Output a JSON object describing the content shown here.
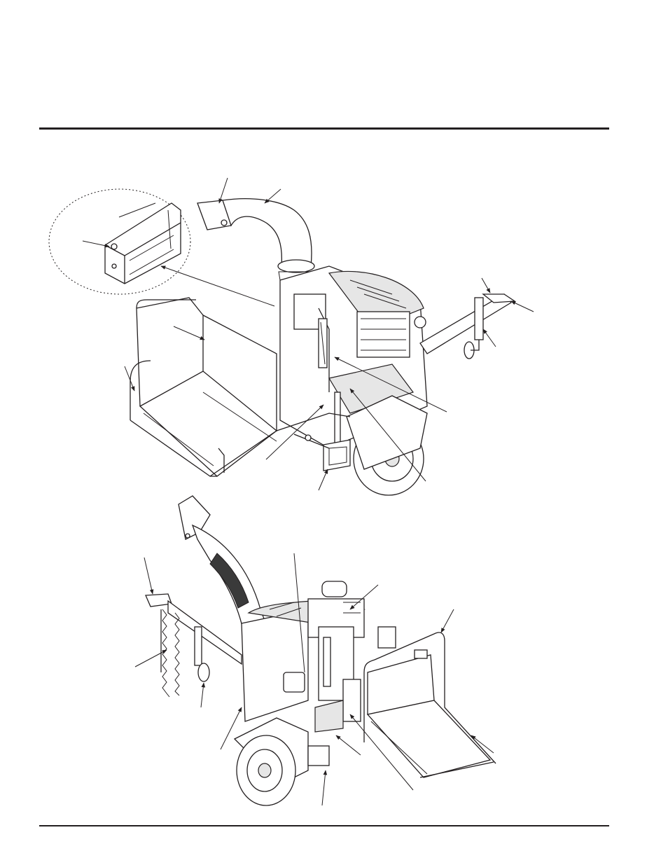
{
  "figure": {
    "views": [
      "upper-machine-view",
      "lower-machine-view"
    ],
    "detail_callout": "hopper-detail"
  },
  "colors": {
    "ink": "#231f20",
    "background": "#ffffff",
    "shade": "#e6e6e6"
  }
}
